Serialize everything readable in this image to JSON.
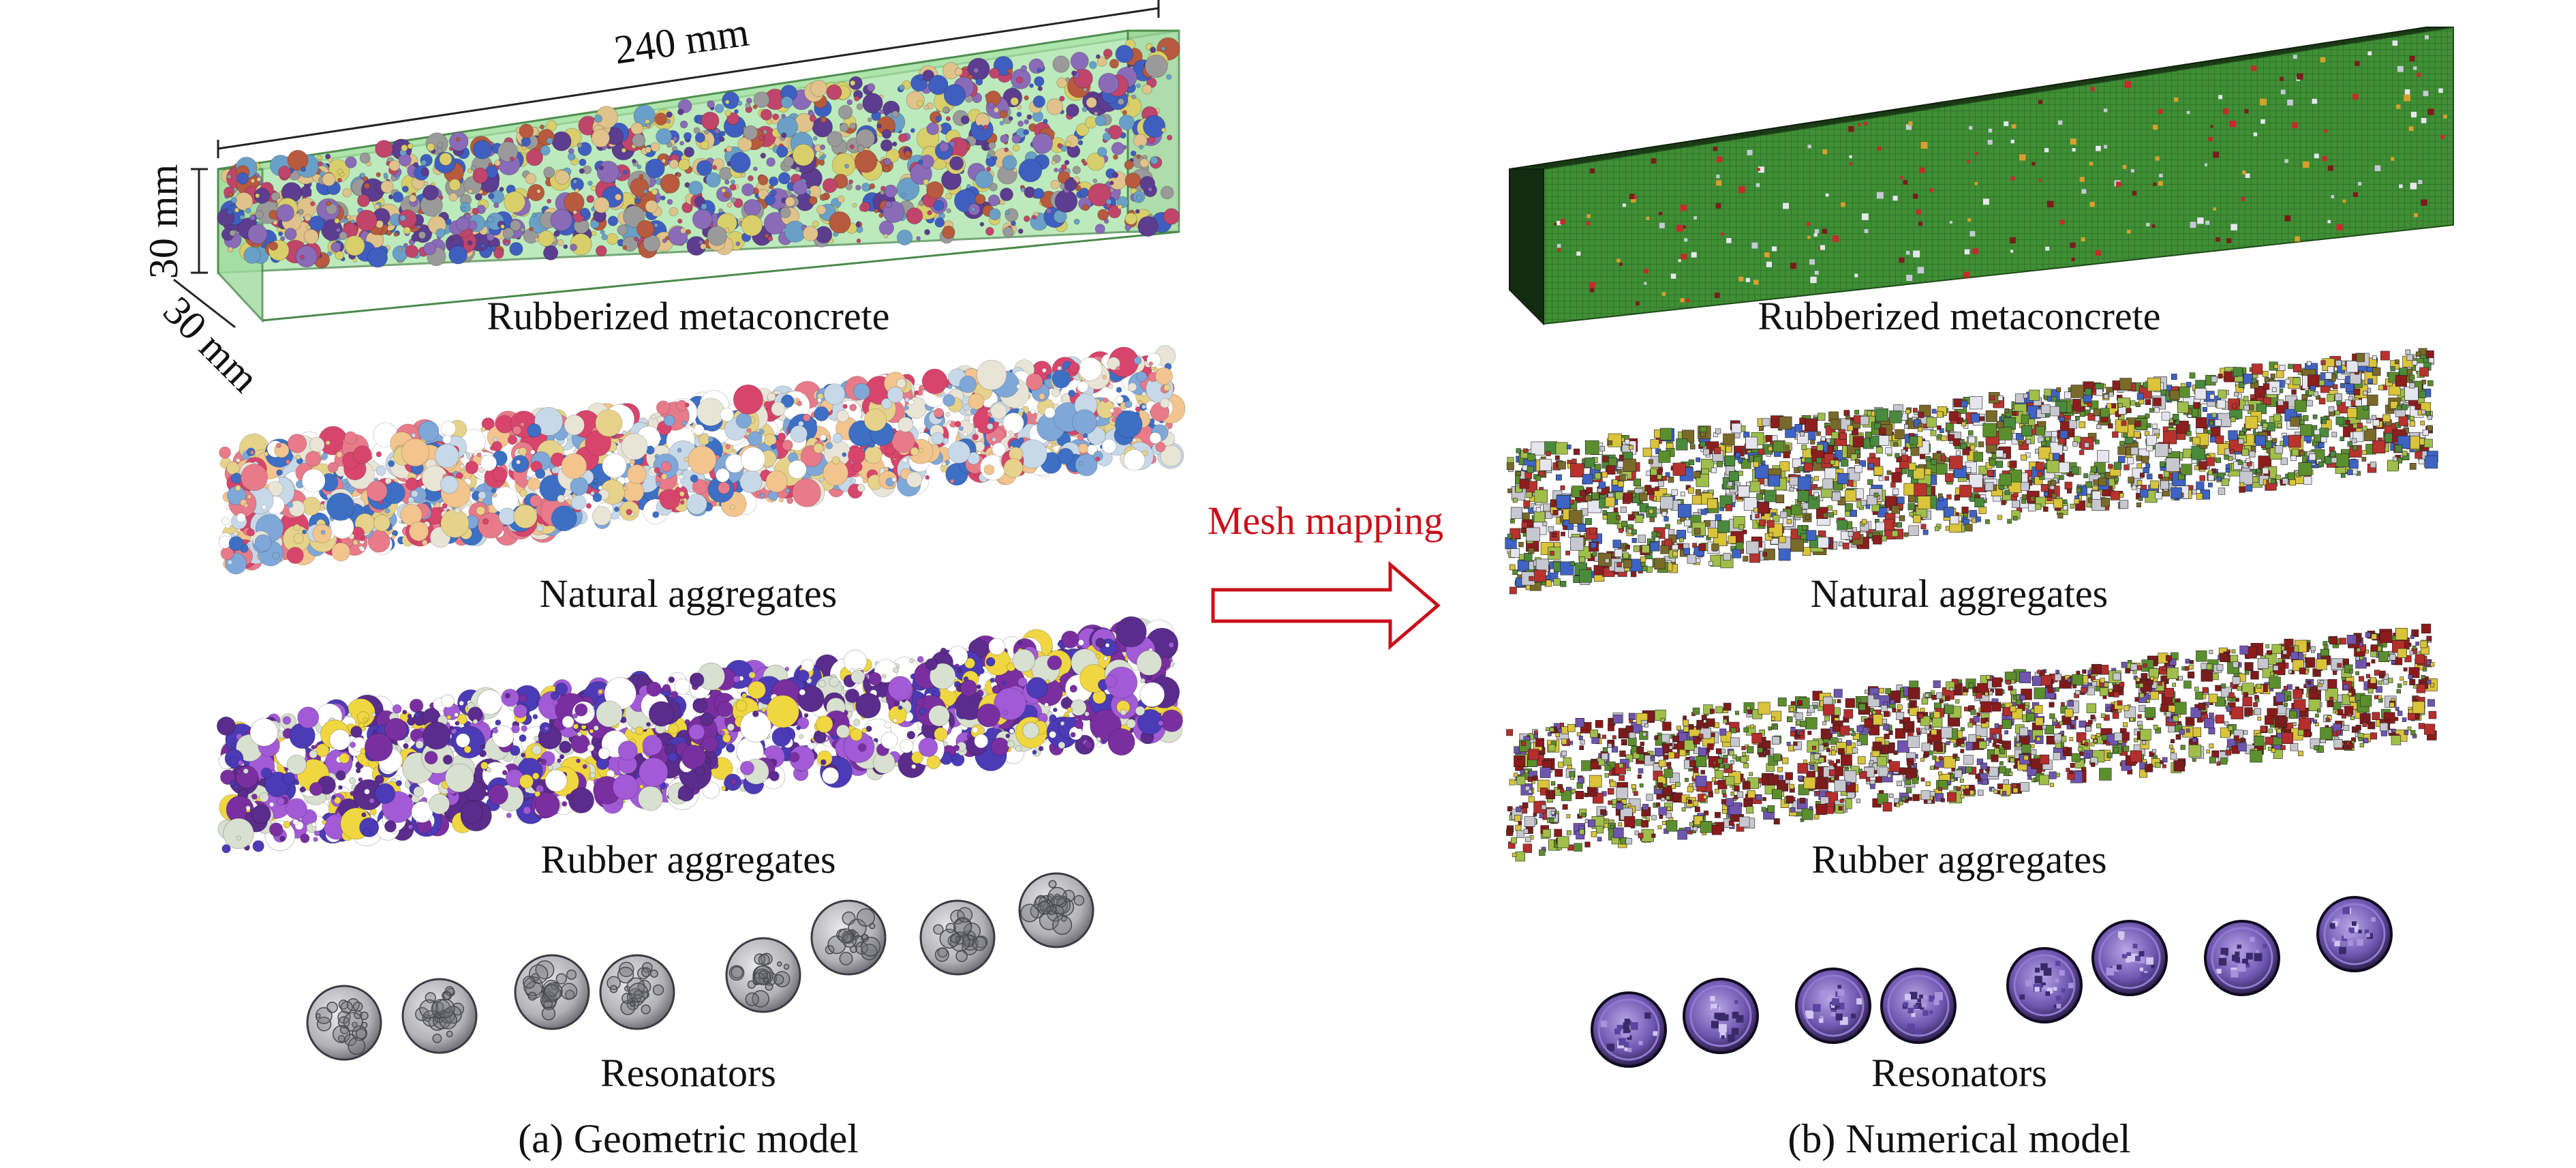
{
  "left_panel": {
    "caption": "(a) Geometric model",
    "dimensions": {
      "length": "240 mm",
      "height": "30 mm",
      "width": "30 mm"
    },
    "labels": {
      "beam": "Rubberized metaconcrete",
      "natural": "Natural aggregates",
      "rubber": "Rubber aggregates",
      "resonators": "Resonators"
    }
  },
  "right_panel": {
    "caption": "(b) Numerical model",
    "labels": {
      "beam": "Rubberized metaconcrete",
      "natural": "Natural aggregates",
      "rubber": "Rubber aggregates",
      "resonators": "Resonators"
    }
  },
  "arrow": {
    "label": "Mesh mapping",
    "color": "#c8101a"
  },
  "colors": {
    "beam_transparent": "#9fe0a0",
    "beam_mesh_front": "#3f8f35",
    "beam_mesh_top": "#1d3b17",
    "resonator_geo": "#b9b9bd",
    "resonator_num": "#6b4fa8"
  }
}
